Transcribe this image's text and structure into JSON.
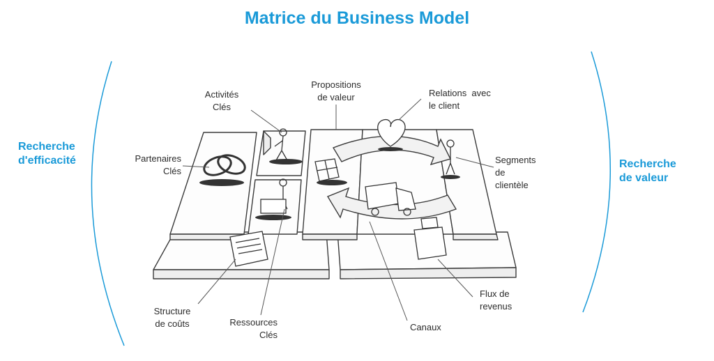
{
  "title": "Matrice du Business Model",
  "side_labels": {
    "left": [
      "Recherche",
      "d'efficacité"
    ],
    "right": [
      "Recherche",
      "de valeur"
    ]
  },
  "blocks": {
    "activites_cles": [
      "Activités",
      "Clés"
    ],
    "propositions_de_valeur": [
      "Propositions",
      "de valeur"
    ],
    "relations_client": [
      "Relations  avec",
      "le client"
    ],
    "partenaires_cles": [
      "Partenaires",
      "Clés"
    ],
    "segments_clientele": [
      "Segments",
      "de",
      "clientèle"
    ],
    "flux_de_revenus": [
      "Flux de",
      "revenus"
    ],
    "structure_de_couts": [
      "Structure",
      "de coûts"
    ],
    "ressources_cles": [
      "Ressources",
      "Clés"
    ],
    "canaux": [
      "Canaux"
    ]
  },
  "colors": {
    "accent": "#1a9ad8",
    "text": "#2b2b2b",
    "sketch": "#3a3a3a"
  }
}
